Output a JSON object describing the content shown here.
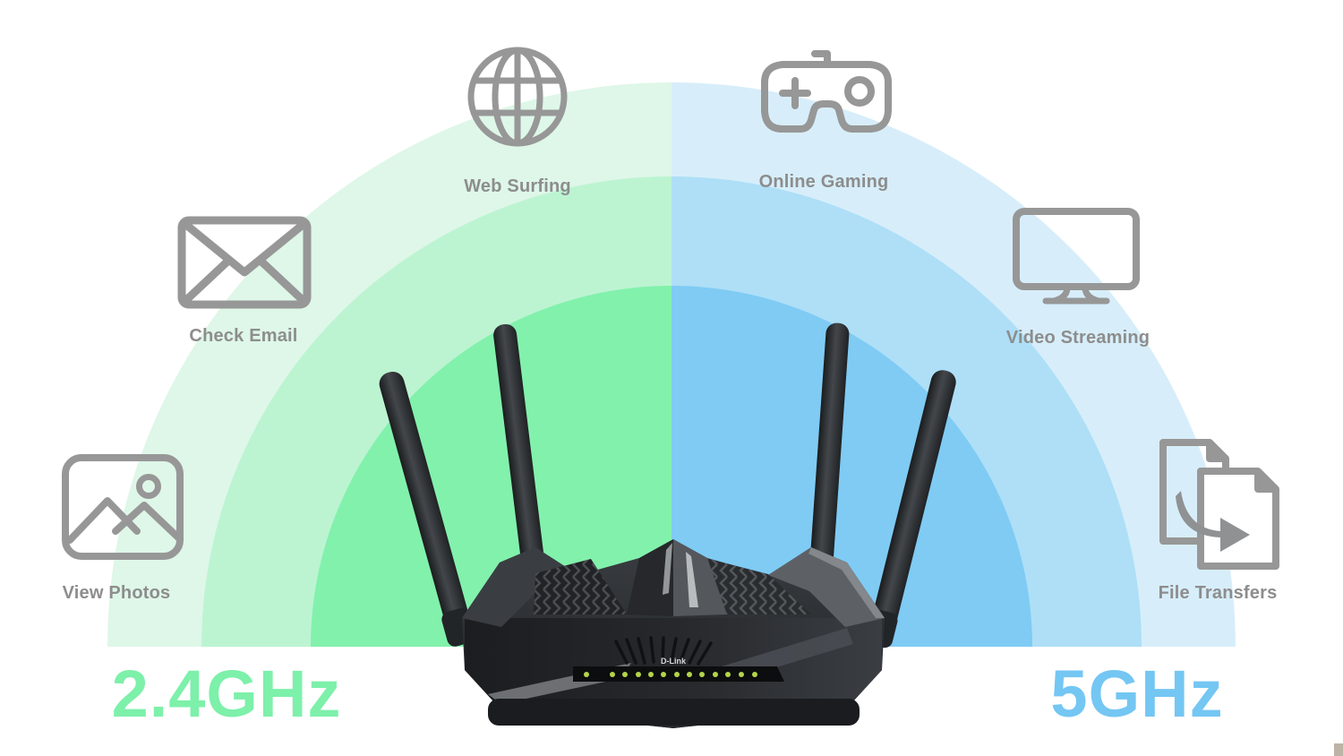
{
  "page": {
    "background": "#ffffff"
  },
  "bands": {
    "left": {
      "label": "2.4GHz",
      "text_color": "#7df0aa",
      "ring_outer": "#def7e8",
      "ring_middle": "#bcf4d2",
      "ring_inner": "#82f1ac"
    },
    "right": {
      "label": "5GHz",
      "text_color": "#74c6f3",
      "ring_outer": "#d7eefa",
      "ring_middle": "#aedff7",
      "ring_inner": "#7fcbf4"
    }
  },
  "activities": [
    {
      "id": "web-surfing",
      "label": "Web Surfing",
      "icon": "globe-icon",
      "band": "2.4GHz"
    },
    {
      "id": "online-gaming",
      "label": "Online Gaming",
      "icon": "game-controller-icon",
      "band": "5GHz"
    },
    {
      "id": "check-email",
      "label": "Check Email",
      "icon": "envelope-icon",
      "band": "2.4GHz"
    },
    {
      "id": "video-streaming",
      "label": "Video Streaming",
      "icon": "monitor-icon",
      "band": "5GHz"
    },
    {
      "id": "view-photos",
      "label": "View Photos",
      "icon": "photo-icon",
      "band": "2.4GHz"
    },
    {
      "id": "file-transfers",
      "label": "File Transfers",
      "icon": "file-transfer-icon",
      "band": "5GHz"
    }
  ],
  "icon_color": "#979797",
  "label_color": "#8d8d8d",
  "router": {
    "brand": "D-Link",
    "antenna_count": 4,
    "led_count": 13,
    "led_color": "#b5d44b",
    "logo_color": "#d6d8da"
  },
  "corner_square_color": "#bdb3a6"
}
